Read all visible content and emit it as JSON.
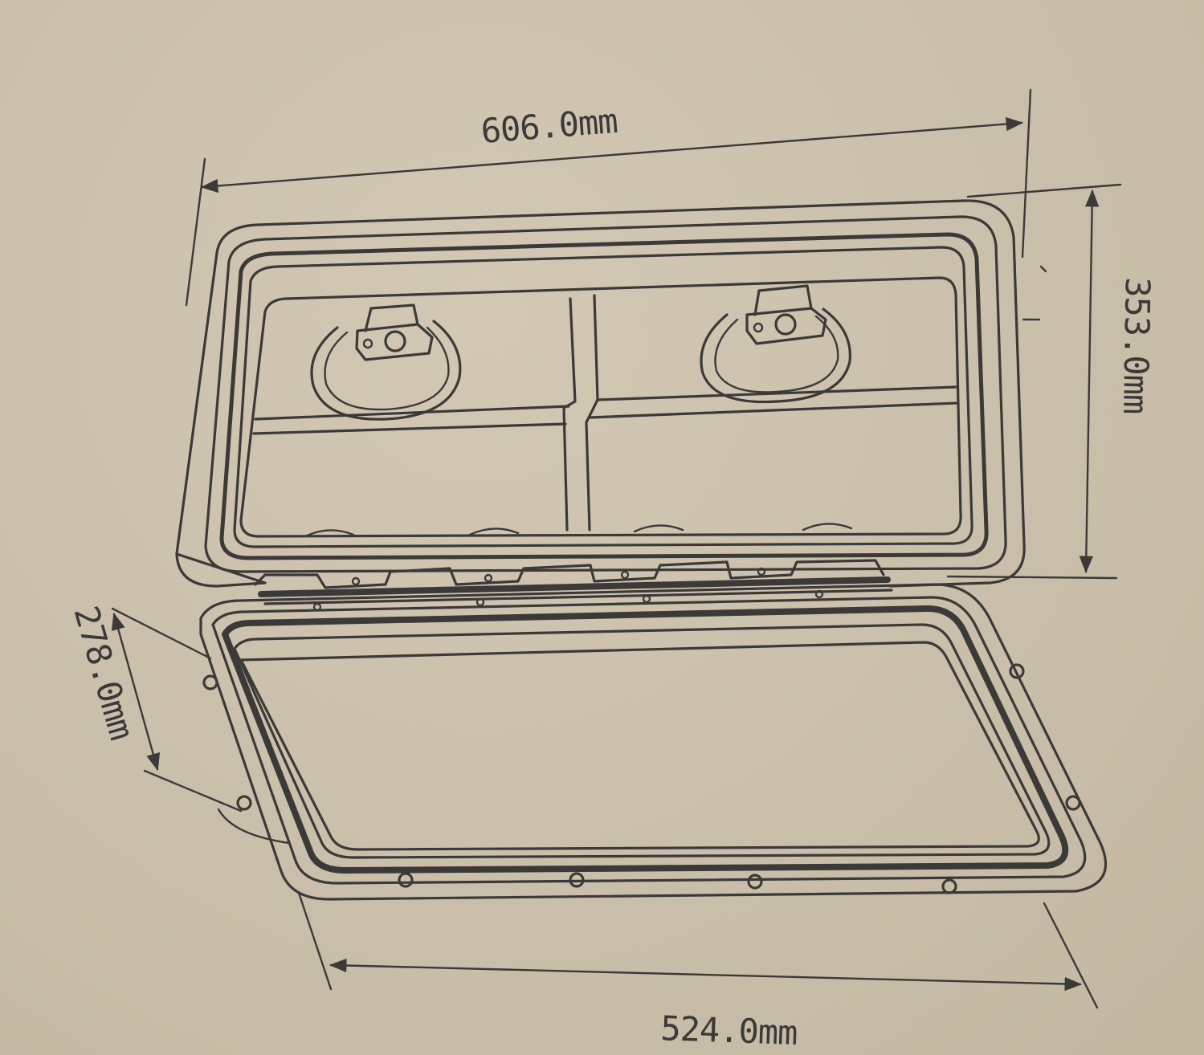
{
  "dimensions": {
    "overall_width": "606.0mm",
    "overall_height": "353.0mm",
    "opening_height": "278.0mm",
    "opening_width": "524.0mm"
  },
  "colors": {
    "background": "#cdc2ae",
    "ink": "#3b3a38"
  }
}
